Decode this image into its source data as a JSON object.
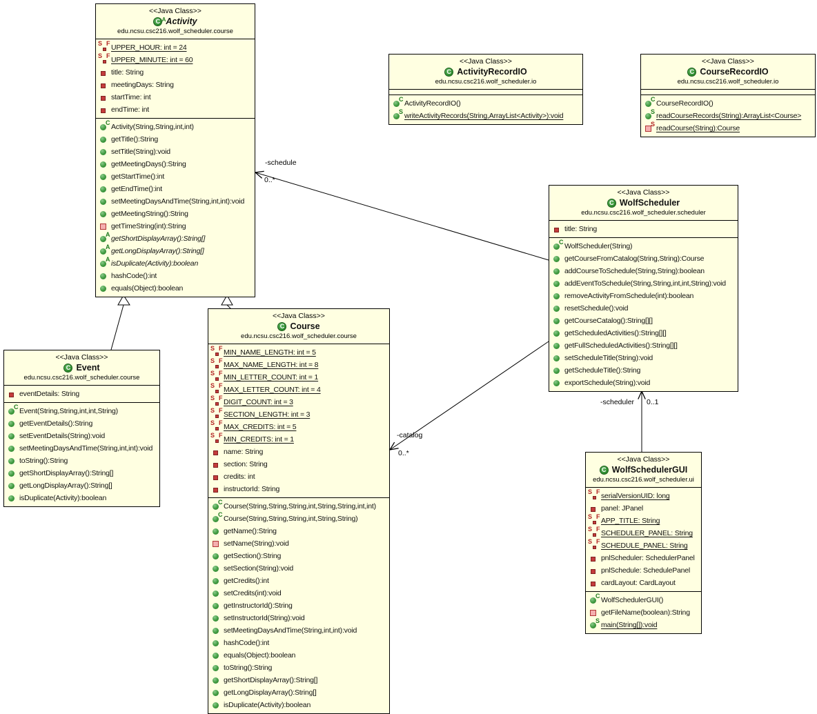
{
  "diagram": {
    "background": "#FFFFFF",
    "box_fill": "#FFFFE1",
    "box_border": "#000000",
    "classes": [
      {
        "id": "activity",
        "stereotype": "<<Java Class>>",
        "name": "Activity",
        "abstract": true,
        "icon": "java-class",
        "package": "edu.ncsu.csc216.wolf_scheduler.course",
        "attributes": [
          {
            "text": "UPPER_HOUR: int = 24",
            "icon": "field-static-final",
            "underline": true
          },
          {
            "text": "UPPER_MINUTE: int = 60",
            "icon": "field-static-final",
            "underline": true
          },
          {
            "text": "title: String",
            "icon": "field-private"
          },
          {
            "text": "meetingDays: String",
            "icon": "field-private"
          },
          {
            "text": "startTime: int",
            "icon": "field-private"
          },
          {
            "text": "endTime: int",
            "icon": "field-private"
          }
        ],
        "methods": [
          {
            "text": "Activity(String,String,int,int)",
            "icon": "constructor"
          },
          {
            "text": "getTitle():String",
            "icon": "public"
          },
          {
            "text": "setTitle(String):void",
            "icon": "public"
          },
          {
            "text": "getMeetingDays():String",
            "icon": "public"
          },
          {
            "text": "getStartTime():int",
            "icon": "public"
          },
          {
            "text": "getEndTime():int",
            "icon": "public"
          },
          {
            "text": "setMeetingDaysAndTime(String,int,int):void",
            "icon": "public"
          },
          {
            "text": "getMeetingString():String",
            "icon": "public"
          },
          {
            "text": "getTimeString(int):String",
            "icon": "private"
          },
          {
            "text": "getShortDisplayArray():String[]",
            "icon": "abstract",
            "italic": true
          },
          {
            "text": "getLongDisplayArray():String[]",
            "icon": "abstract",
            "italic": true
          },
          {
            "text": "isDuplicate(Activity):boolean",
            "icon": "abstract",
            "italic": true
          },
          {
            "text": "hashCode():int",
            "icon": "public"
          },
          {
            "text": "equals(Object):boolean",
            "icon": "public"
          }
        ]
      },
      {
        "id": "activity-record-io",
        "stereotype": "<<Java Class>>",
        "name": "ActivityRecordIO",
        "abstract": false,
        "icon": "java-class",
        "package": "edu.ncsu.csc216.wolf_scheduler.io",
        "attributes": [],
        "methods": [
          {
            "text": "ActivityRecordIO()",
            "icon": "constructor"
          },
          {
            "text": "writeActivityRecords(String,ArrayList<Activity>):void",
            "icon": "static",
            "underline": true
          }
        ]
      },
      {
        "id": "course-record-io",
        "stereotype": "<<Java Class>>",
        "name": "CourseRecordIO",
        "abstract": false,
        "icon": "java-class",
        "package": "edu.ncsu.csc216.wolf_scheduler.io",
        "attributes": [],
        "methods": [
          {
            "text": "CourseRecordIO()",
            "icon": "constructor"
          },
          {
            "text": "readCourseRecords(String):ArrayList<Course>",
            "icon": "static",
            "underline": true
          },
          {
            "text": "readCourse(String):Course",
            "icon": "private-static",
            "underline": true
          }
        ]
      },
      {
        "id": "wolf-scheduler",
        "stereotype": "<<Java Class>>",
        "name": "WolfScheduler",
        "abstract": false,
        "icon": "java-class",
        "package": "edu.ncsu.csc216.wolf_scheduler.scheduler",
        "attributes": [
          {
            "text": "title: String",
            "icon": "field-private"
          }
        ],
        "methods": [
          {
            "text": "WolfScheduler(String)",
            "icon": "constructor"
          },
          {
            "text": "getCourseFromCatalog(String,String):Course",
            "icon": "public"
          },
          {
            "text": "addCourseToSchedule(String,String):boolean",
            "icon": "public"
          },
          {
            "text": "addEventToSchedule(String,String,int,int,String):void",
            "icon": "public"
          },
          {
            "text": "removeActivityFromSchedule(int):boolean",
            "icon": "public"
          },
          {
            "text": "resetSchedule():void",
            "icon": "public"
          },
          {
            "text": "getCourseCatalog():String[][]",
            "icon": "public"
          },
          {
            "text": "getScheduledActivities():String[][]",
            "icon": "public"
          },
          {
            "text": "getFullScheduledActivities():String[][]",
            "icon": "public"
          },
          {
            "text": "setScheduleTitle(String):void",
            "icon": "public"
          },
          {
            "text": "getScheduleTitle():String",
            "icon": "public"
          },
          {
            "text": "exportSchedule(String):void",
            "icon": "public"
          }
        ]
      },
      {
        "id": "event",
        "stereotype": "<<Java Class>>",
        "name": "Event",
        "abstract": false,
        "icon": "java-class",
        "package": "edu.ncsu.csc216.wolf_scheduler.course",
        "attributes": [
          {
            "text": "eventDetails: String",
            "icon": "field-private"
          }
        ],
        "methods": [
          {
            "text": "Event(String,String,int,int,String)",
            "icon": "constructor"
          },
          {
            "text": "getEventDetails():String",
            "icon": "public"
          },
          {
            "text": "setEventDetails(String):void",
            "icon": "public"
          },
          {
            "text": "setMeetingDaysAndTime(String,int,int):void",
            "icon": "public"
          },
          {
            "text": "toString():String",
            "icon": "public"
          },
          {
            "text": "getShortDisplayArray():String[]",
            "icon": "public"
          },
          {
            "text": "getLongDisplayArray():String[]",
            "icon": "public"
          },
          {
            "text": "isDuplicate(Activity):boolean",
            "icon": "public"
          }
        ]
      },
      {
        "id": "course",
        "stereotype": "<<Java Class>>",
        "name": "Course",
        "abstract": false,
        "icon": "java-class",
        "package": "edu.ncsu.csc216.wolf_scheduler.course",
        "attributes": [
          {
            "text": "MIN_NAME_LENGTH: int = 5",
            "icon": "field-static-final",
            "underline": true
          },
          {
            "text": "MAX_NAME_LENGTH: int = 8",
            "icon": "field-static-final",
            "underline": true
          },
          {
            "text": "MIN_LETTER_COUNT: int = 1",
            "icon": "field-static-final",
            "underline": true
          },
          {
            "text": "MAX_LETTER_COUNT: int = 4",
            "icon": "field-static-final",
            "underline": true
          },
          {
            "text": "DIGIT_COUNT: int = 3",
            "icon": "field-static-final",
            "underline": true
          },
          {
            "text": "SECTION_LENGTH: int = 3",
            "icon": "field-static-final",
            "underline": true
          },
          {
            "text": "MAX_CREDITS: int = 5",
            "icon": "field-static-final",
            "underline": true
          },
          {
            "text": "MIN_CREDITS: int = 1",
            "icon": "field-static-final",
            "underline": true
          },
          {
            "text": "name: String",
            "icon": "field-private"
          },
          {
            "text": "section: String",
            "icon": "field-private"
          },
          {
            "text": "credits: int",
            "icon": "field-private"
          },
          {
            "text": "instructorId: String",
            "icon": "field-private"
          }
        ],
        "methods": [
          {
            "text": "Course(String,String,String,int,String,String,int,int)",
            "icon": "constructor"
          },
          {
            "text": "Course(String,String,String,int,String,String)",
            "icon": "constructor"
          },
          {
            "text": "getName():String",
            "icon": "public"
          },
          {
            "text": "setName(String):void",
            "icon": "private"
          },
          {
            "text": "getSection():String",
            "icon": "public"
          },
          {
            "text": "setSection(String):void",
            "icon": "public"
          },
          {
            "text": "getCredits():int",
            "icon": "public"
          },
          {
            "text": "setCredits(int):void",
            "icon": "public"
          },
          {
            "text": "getInstructorId():String",
            "icon": "public"
          },
          {
            "text": "setInstructorId(String):void",
            "icon": "public"
          },
          {
            "text": "setMeetingDaysAndTime(String,int,int):void",
            "icon": "public"
          },
          {
            "text": "hashCode():int",
            "icon": "public"
          },
          {
            "text": "equals(Object):boolean",
            "icon": "public"
          },
          {
            "text": "toString():String",
            "icon": "public"
          },
          {
            "text": "getShortDisplayArray():String[]",
            "icon": "public"
          },
          {
            "text": "getLongDisplayArray():String[]",
            "icon": "public"
          },
          {
            "text": "isDuplicate(Activity):boolean",
            "icon": "public"
          }
        ]
      },
      {
        "id": "wolf-scheduler-gui",
        "stereotype": "<<Java Class>>",
        "name": "WolfSchedulerGUI",
        "abstract": false,
        "icon": "java-class",
        "package": "edu.ncsu.csc216.wolf_scheduler.ui",
        "attributes": [
          {
            "text": "serialVersionUID: long",
            "icon": "field-static-final",
            "underline": true
          },
          {
            "text": "panel: JPanel",
            "icon": "field-private"
          },
          {
            "text": "APP_TITLE: String",
            "icon": "field-static-final",
            "underline": true
          },
          {
            "text": "SCHEDULER_PANEL: String",
            "icon": "field-static-final",
            "underline": true
          },
          {
            "text": "SCHEDULE_PANEL: String",
            "icon": "field-static-final",
            "underline": true
          },
          {
            "text": "pnlScheduler: SchedulerPanel",
            "icon": "field-private"
          },
          {
            "text": "pnlSchedule: SchedulePanel",
            "icon": "field-private"
          },
          {
            "text": "cardLayout: CardLayout",
            "icon": "field-private"
          }
        ],
        "methods": [
          {
            "text": "WolfSchedulerGUI()",
            "icon": "constructor"
          },
          {
            "text": "getFileName(boolean):String",
            "icon": "private"
          },
          {
            "text": "main(String[]):void",
            "icon": "static",
            "underline": true
          }
        ]
      }
    ],
    "edges": [
      {
        "id": "event-extends-activity",
        "type": "generalization",
        "from": "Event",
        "to": "Activity"
      },
      {
        "id": "course-extends-activity",
        "type": "generalization",
        "from": "Course",
        "to": "Activity"
      },
      {
        "id": "wolfscheduler-schedule",
        "type": "association",
        "from": "WolfScheduler",
        "to": "Activity",
        "label": "-schedule",
        "multiplicity": "0..*"
      },
      {
        "id": "wolfscheduler-catalog",
        "type": "association",
        "from": "WolfScheduler",
        "to": "Course",
        "label": "-catalog",
        "multiplicity": "0..*"
      },
      {
        "id": "gui-scheduler",
        "type": "association",
        "from": "WolfSchedulerGUI",
        "to": "WolfScheduler",
        "label": "-scheduler",
        "multiplicity": "0..1"
      }
    ]
  }
}
